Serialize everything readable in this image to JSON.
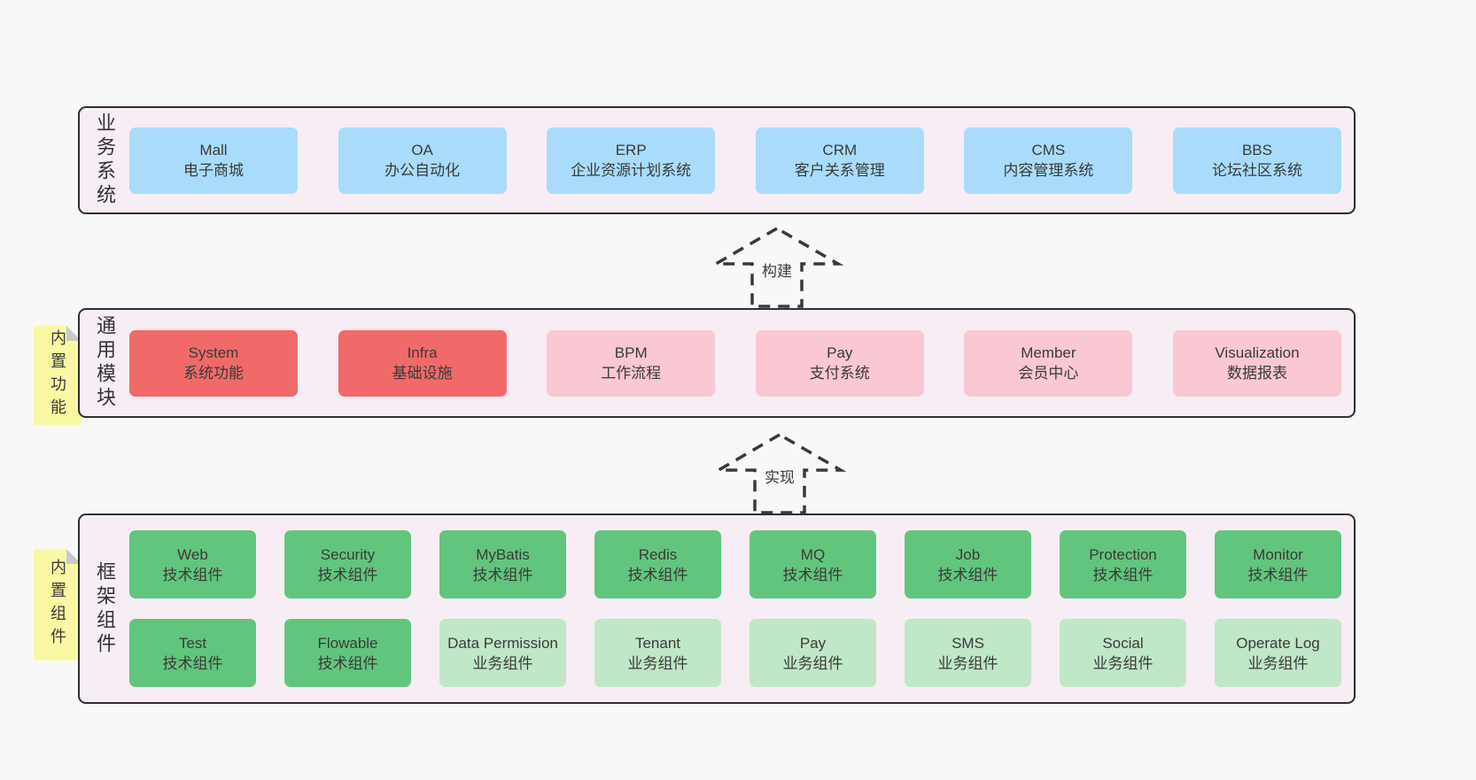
{
  "colors": {
    "page_bg": "#f8f8f8",
    "layer_bg": "#f7edf5",
    "layer_border": "#2f2f2f",
    "blue": "#a9dcfa",
    "red": "#f16a6a",
    "pink": "#f9c8d2",
    "green": "#62c57d",
    "lightgreen": "#c0e7c7",
    "sticky_yellow": "#fbf8a3",
    "sticky_fold": "#c9c9c9",
    "text": "#3a3a3a"
  },
  "arrows": [
    {
      "label": "构建"
    },
    {
      "label": "实现"
    }
  ],
  "layers": [
    {
      "label": "业务系统",
      "note": "",
      "rows": [
        [
          {
            "name": "Mall",
            "desc": "电子商城",
            "variant": "blue"
          },
          {
            "name": "OA",
            "desc": "办公自动化",
            "variant": "blue"
          },
          {
            "name": "ERP",
            "desc": "企业资源计划系统",
            "variant": "blue"
          },
          {
            "name": "CRM",
            "desc": "客户关系管理",
            "variant": "blue"
          },
          {
            "name": "CMS",
            "desc": "内容管理系统",
            "variant": "blue"
          },
          {
            "name": "BBS",
            "desc": "论坛社区系统",
            "variant": "blue"
          }
        ]
      ]
    },
    {
      "label": "通用模块",
      "note": "内置功能",
      "rows": [
        [
          {
            "name": "System",
            "desc": "系统功能",
            "variant": "red"
          },
          {
            "name": "Infra",
            "desc": "基础设施",
            "variant": "red"
          },
          {
            "name": "BPM",
            "desc": "工作流程",
            "variant": "pink"
          },
          {
            "name": "Pay",
            "desc": "支付系统",
            "variant": "pink"
          },
          {
            "name": "Member",
            "desc": "会员中心",
            "variant": "pink"
          },
          {
            "name": "Visualization",
            "desc": "数据报表",
            "variant": "pink"
          }
        ]
      ]
    },
    {
      "label": "框架组件",
      "note": "内置组件",
      "rows": [
        [
          {
            "name": "Web",
            "desc": "技术组件",
            "variant": "green"
          },
          {
            "name": "Security",
            "desc": "技术组件",
            "variant": "green"
          },
          {
            "name": "MyBatis",
            "desc": "技术组件",
            "variant": "green"
          },
          {
            "name": "Redis",
            "desc": "技术组件",
            "variant": "green"
          },
          {
            "name": "MQ",
            "desc": "技术组件",
            "variant": "green"
          },
          {
            "name": "Job",
            "desc": "技术组件",
            "variant": "green"
          },
          {
            "name": "Protection",
            "desc": "技术组件",
            "variant": "green"
          },
          {
            "name": "Monitor",
            "desc": "技术组件",
            "variant": "green"
          }
        ],
        [
          {
            "name": "Test",
            "desc": "技术组件",
            "variant": "green"
          },
          {
            "name": "Flowable",
            "desc": "技术组件",
            "variant": "green"
          },
          {
            "name": "Data Permission",
            "desc": "业务组件",
            "variant": "lightgreen"
          },
          {
            "name": "Tenant",
            "desc": "业务组件",
            "variant": "lightgreen"
          },
          {
            "name": "Pay",
            "desc": "业务组件",
            "variant": "lightgreen"
          },
          {
            "name": "SMS",
            "desc": "业务组件",
            "variant": "lightgreen"
          },
          {
            "name": "Social",
            "desc": "业务组件",
            "variant": "lightgreen"
          },
          {
            "name": "Operate Log",
            "desc": "业务组件",
            "variant": "lightgreen"
          }
        ]
      ]
    }
  ]
}
